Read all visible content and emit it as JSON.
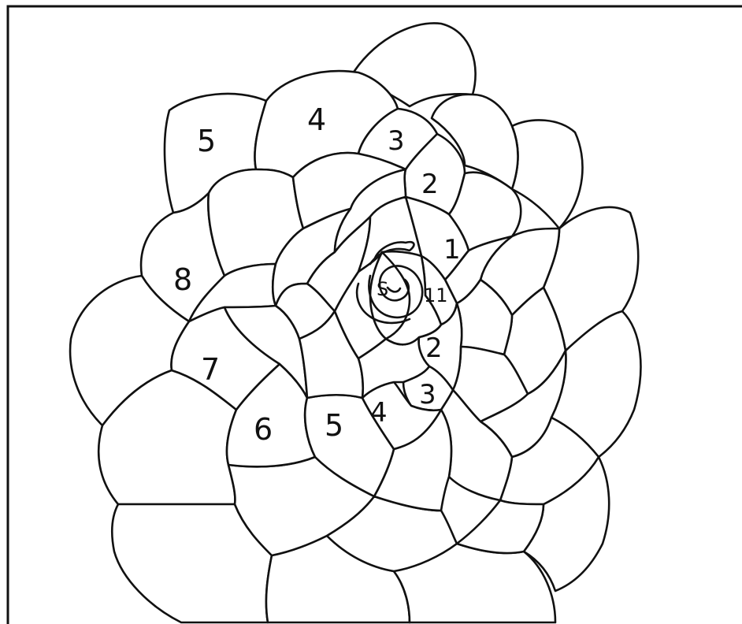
{
  "labels": [
    "5",
    "4",
    "3",
    "2",
    "1",
    "8",
    "7",
    "6",
    "5",
    "4",
    "3",
    "2",
    "11",
    "S"
  ]
}
